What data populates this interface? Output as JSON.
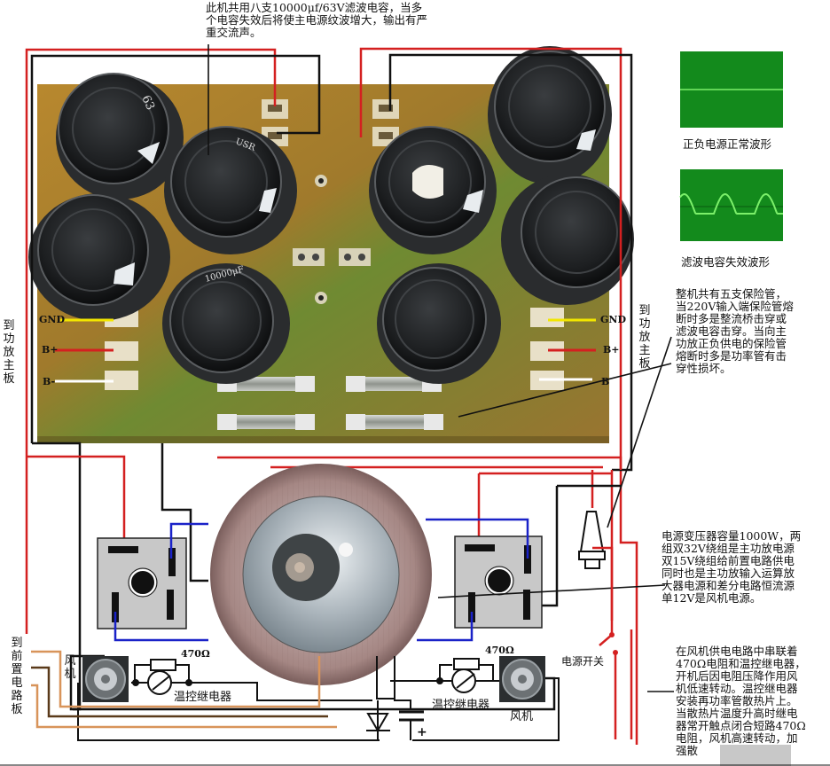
{
  "title": "功放电源电路板接线与故障说明图",
  "annotations": {
    "capacitor_note": "此机共用八支10000μf/63V滤波电容，当多\n个电容失效后将使主电源纹波增大，输出有严\n重交流声。",
    "fuse_note": "整机共有五支保险管，\n当220V输入端保险管熔\n断时多是整流桥击穿或\n滤波电容击穿。当向主\n功放正负供电的保险管\n熔断时多是功率管有击\n穿性损坏。",
    "transformer_note": "电源变压器容量1000W，两\n组双32V绕组是主功放电源\n双15V绕组给前置电路供电\n同时也是主功放输入运算放\n大器电源和差分电路恒流源\n单12V是风机电源。",
    "fan_note": "在风机供电电路中串联着\n470Ω电阻和温控继电器，\n开机后因电阻压降作用风\n机低速转动。温控继电器\n安装再功率管散热片上。\n当散热片温度升高时继电\n器常开触点闭合短路470Ω\n电阻，风机高速转动，加\n强散"
  },
  "waveforms": {
    "normal_caption": "正负电源正常波形",
    "fault_caption": "滤波电容失效波形",
    "screen_color": "#138a1c",
    "trace_color": "#7cf06a"
  },
  "left_output": {
    "label": "到功放主板",
    "pins": [
      "GND",
      "B+",
      "B-"
    ]
  },
  "right_output": {
    "label": "到功放主板",
    "pins": [
      "GND",
      "B+",
      "B"
    ]
  },
  "preamp_label": "到前置电路板",
  "fan_left": {
    "label": "风机",
    "resistor": "470Ω",
    "relay": "温控继电器"
  },
  "fan_right": {
    "label": "风机",
    "resistor": "470Ω",
    "relay": "温控继电器"
  },
  "power_switch": "电源开关",
  "capacitor_markings": [
    "63",
    "USR",
    "10000μF"
  ],
  "wire_colors": {
    "red": "#d42020",
    "black": "#111111",
    "blue": "#1a22c8",
    "yellow": "#f2e600",
    "white": "#ffffff",
    "orange": "#d8945a",
    "brown": "#5a3a1a"
  }
}
